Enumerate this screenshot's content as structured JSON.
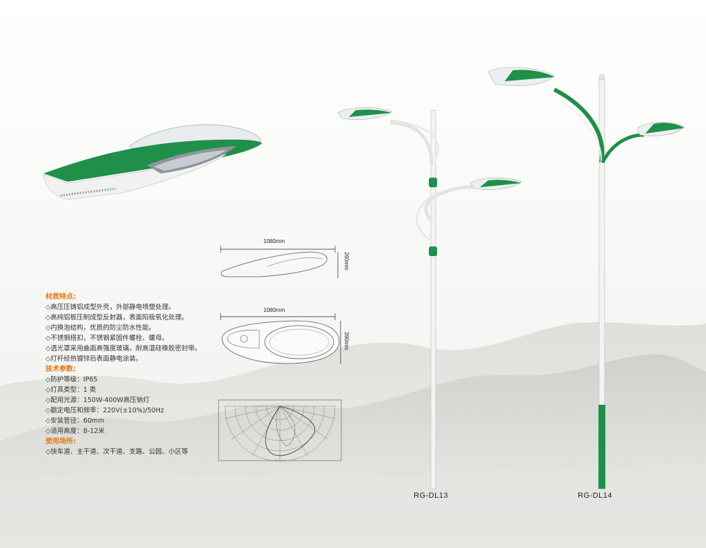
{
  "colors": {
    "accent_green": "#1f8f4a",
    "heading_orange": "#e07a10"
  },
  "materials": {
    "heading": "材质特点:",
    "items": [
      "◇高压压铸铝成型外壳，外部静电喷塑处理。",
      "◇高纯铝板压制成型反射器，表面阳极氧化处理。",
      "◇内换泡结构，优质的防尘防水性能。",
      "◇不锈钢搭扣，不锈钢紧固件螺栓、螺母。",
      "◇透光罩采用曲面高强度玻璃，耐高温硅橡胶密封带。",
      "◇灯杆经热镀锌后表面静电涂装。"
    ]
  },
  "specs": {
    "heading": "技术参数:",
    "items": [
      "◇防护等级：IP65",
      "◇灯具类型：1 类",
      "◇配用光源：150W-400W高压钠灯",
      "◇额定电压和频率：220V(±10%)/50Hz",
      "◇安装管径：60mm",
      "◇适用高度：8-12米"
    ]
  },
  "usage": {
    "heading": "使用场所:",
    "items": [
      "◇快车道、主干道、次干道、支路、公园、小区等"
    ]
  },
  "dimensions": {
    "side_width": "1080mm",
    "side_height": "260mm",
    "bottom_width": "1080mm",
    "bottom_height": "390mm"
  },
  "models": {
    "left_pole": "RG-DL13",
    "right_pole": "RG-DL14"
  }
}
